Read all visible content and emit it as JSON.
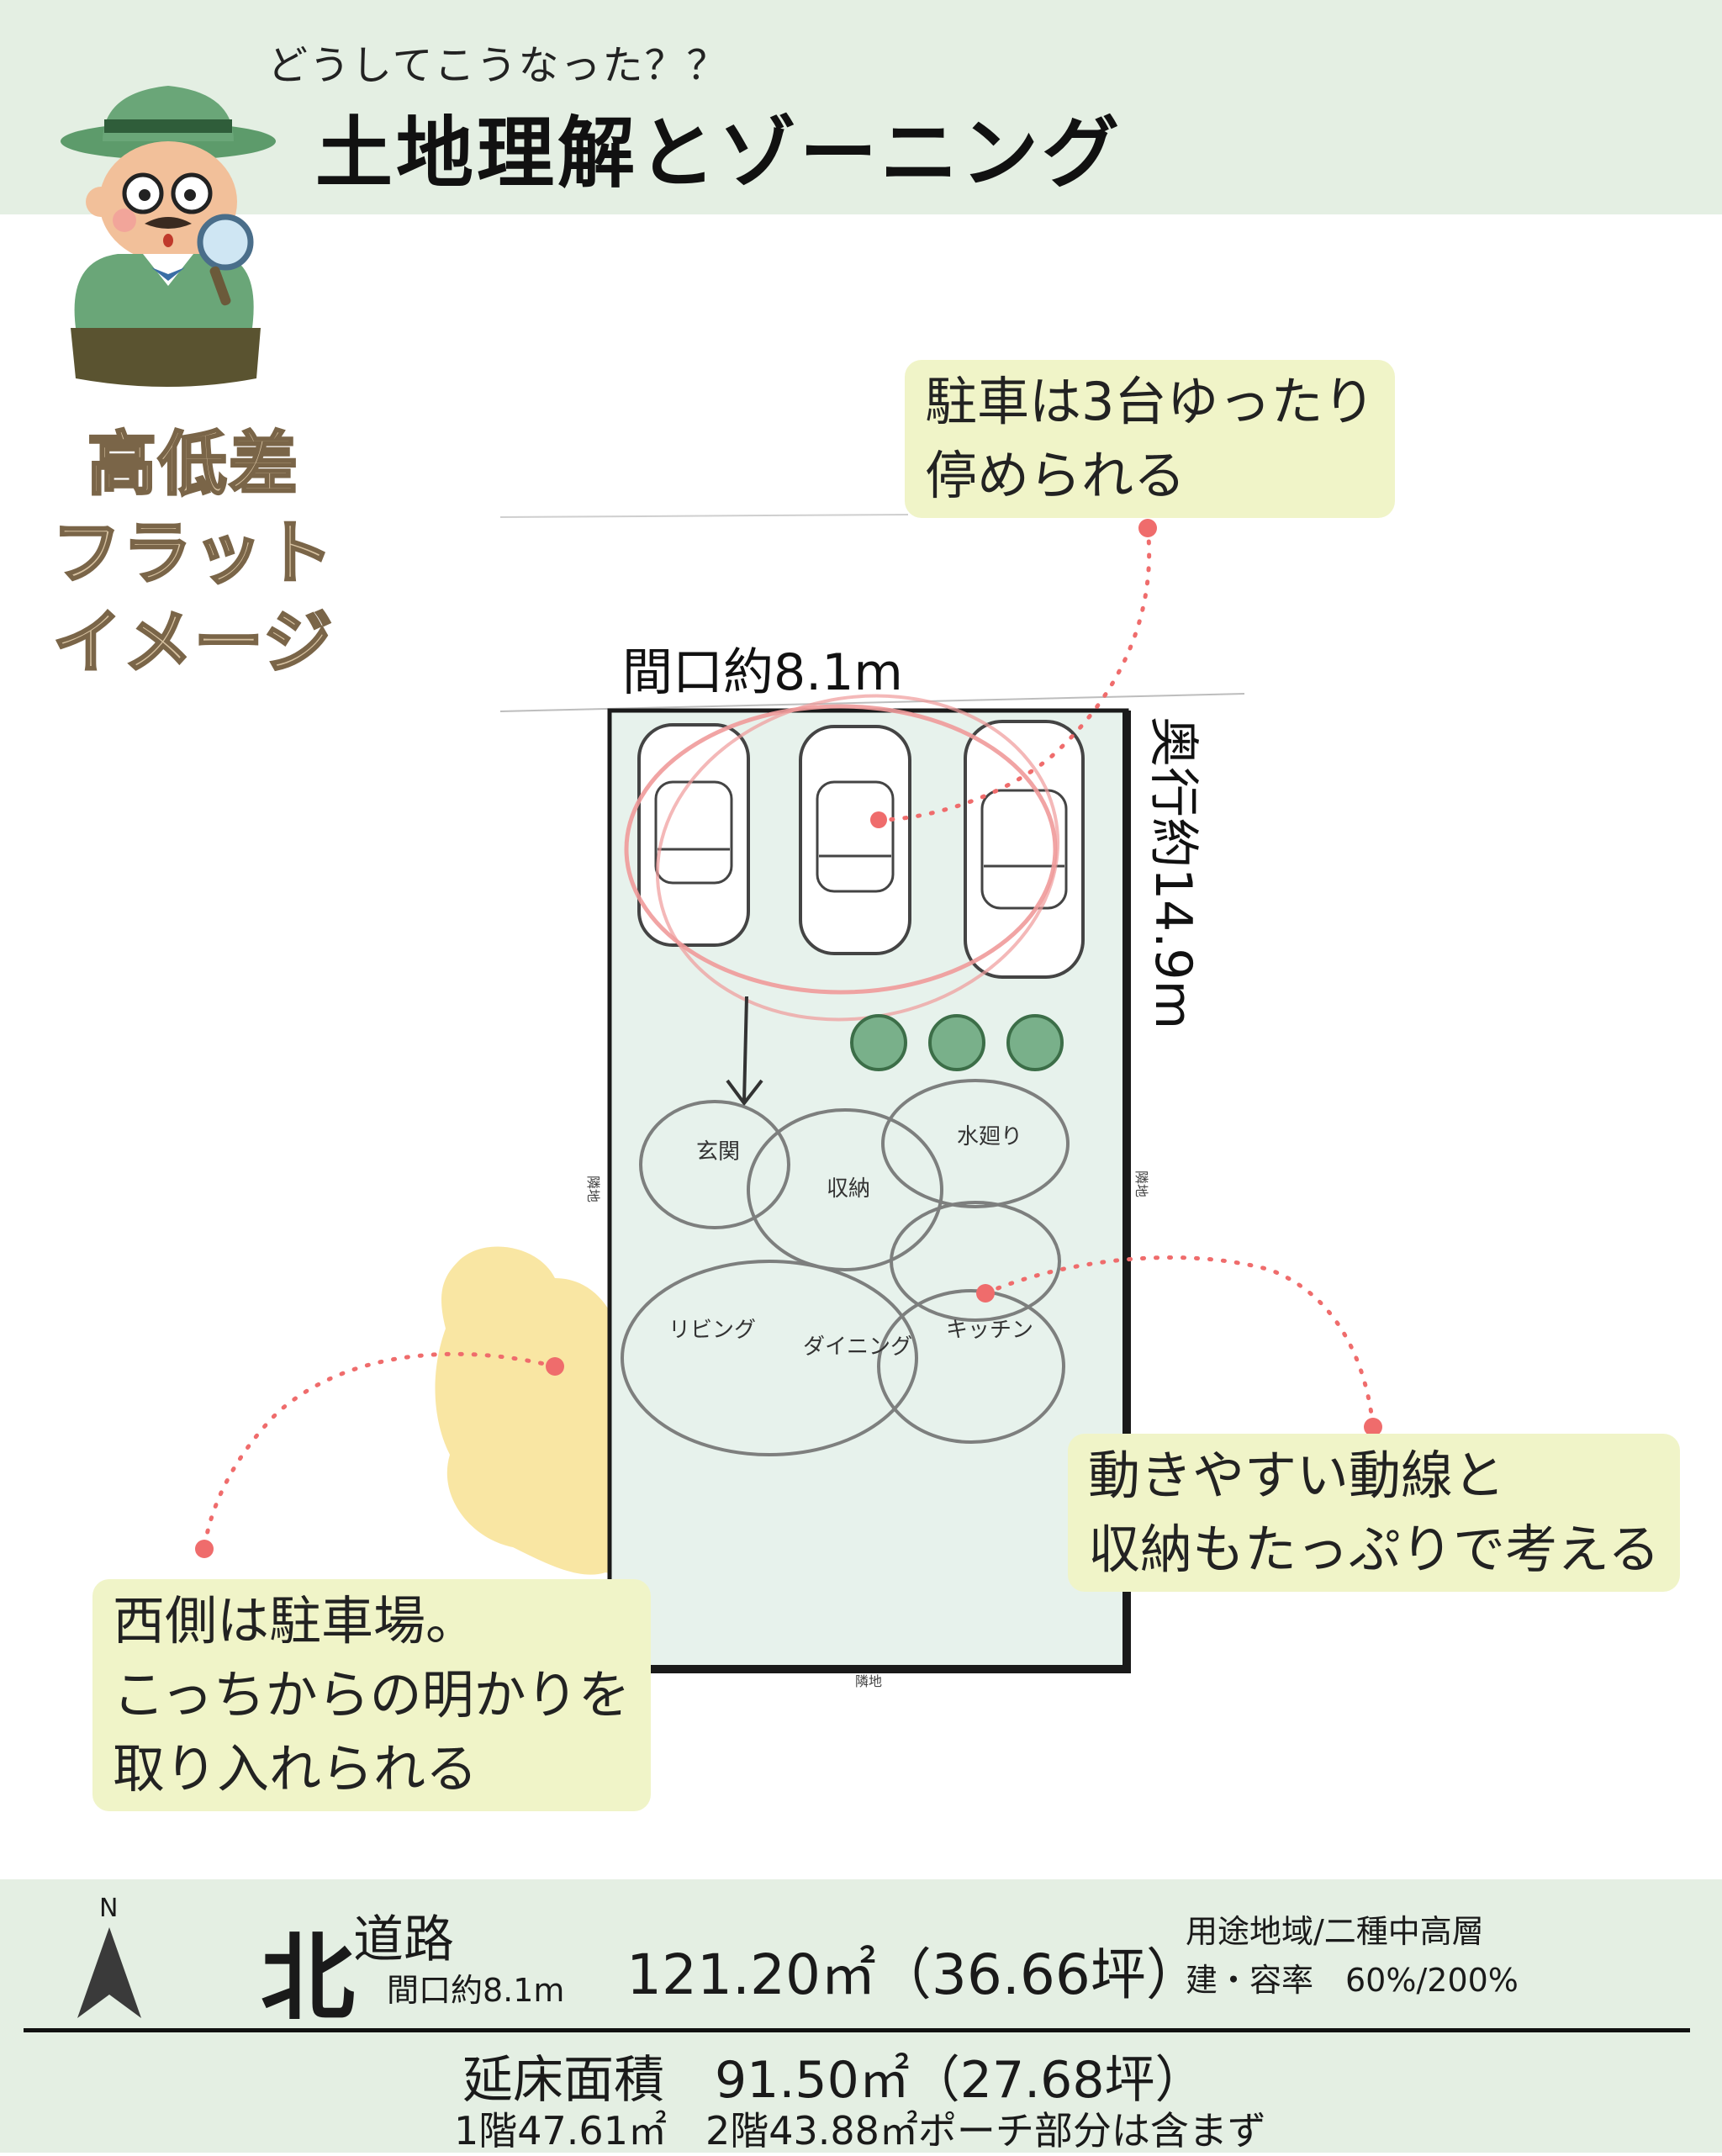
{
  "header": {
    "subtitle": "どうしてこうなった？？",
    "title": "土地理解とゾーニング"
  },
  "elevation": {
    "lines": [
      "高低差",
      "フラット",
      "イメージ"
    ]
  },
  "site": {
    "frontage_label": "間口約8.1m",
    "depth_label": "奥行約14.9m",
    "neighbor_left": "隣地",
    "neighbor_right": "隣地",
    "neighbor_bottom": "隣地"
  },
  "zones": {
    "entrance": "玄関",
    "storage": "収納",
    "water": "水廻り",
    "living": "リビング",
    "dining": "ダイニング",
    "kitchen": "キッチン"
  },
  "callouts": {
    "parking": [
      "駐車は3台ゆったり",
      "停められる"
    ],
    "west": [
      "西側は駐車場。",
      "こっちからの明かりを",
      "取り入れられる"
    ],
    "flow": [
      "動きやすい動線と",
      "収納もたっぷりで考える"
    ]
  },
  "footer": {
    "north_label": "N",
    "road_direction": "北",
    "road_label": "道路",
    "frontage": "間口約8.1m",
    "area": "121.20㎡（36.66坪）",
    "zoning_line1": "用途地域/二種中高層",
    "zoning_line2": "建・容率　60%/200%",
    "floor_total": "延床面積　91.50㎡（27.68坪）",
    "floor_detail": "1階47.61㎡　2階43.88㎡ポーチ部分は含まず"
  },
  "colors": {
    "header_bg": "#e4efe3",
    "lot_fill": "#e7f2ec",
    "callout_bg": "#f0f4c8",
    "accent_red": "#ef6c6c",
    "sun_yellow": "#f7e08c",
    "tree_green": "#79b08a"
  }
}
